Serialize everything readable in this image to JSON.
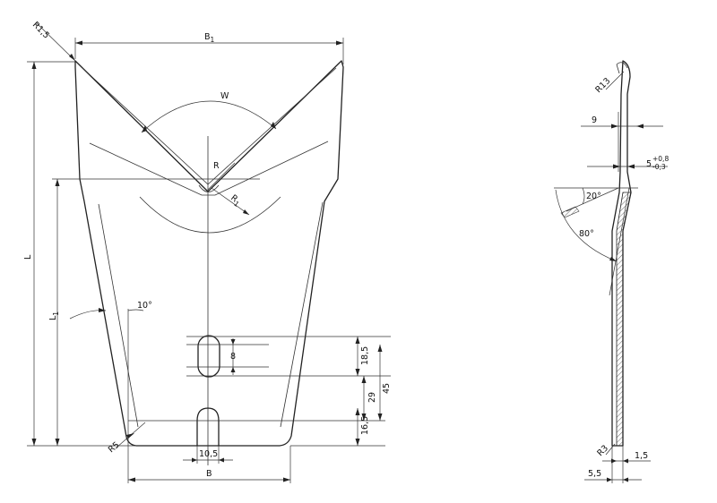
{
  "front_view": {
    "labels": {
      "r15": "R1,5",
      "b1_main": "B",
      "b1_sub": "1",
      "w": "W",
      "r": "R",
      "r1_main": "R",
      "r1_sub": "1",
      "l": "L",
      "l1_main": "L",
      "l1_sub": "1",
      "angle10": "10°",
      "dim8": "8",
      "dim185": "18,5",
      "dim29": "29",
      "dim45": "45",
      "dim165": "16,5",
      "r5": "R5",
      "dim105": "10,5",
      "b": "B"
    }
  },
  "side_view": {
    "labels": {
      "r13": "R13",
      "dim9": "9",
      "dim5_base": "5",
      "dim5_plus": "+0,8",
      "dim5_minus": "-0,3",
      "angle20": "20°",
      "angle80": "80°",
      "r3": "R3",
      "dim15": "1,5",
      "dim55": "5,5"
    }
  }
}
